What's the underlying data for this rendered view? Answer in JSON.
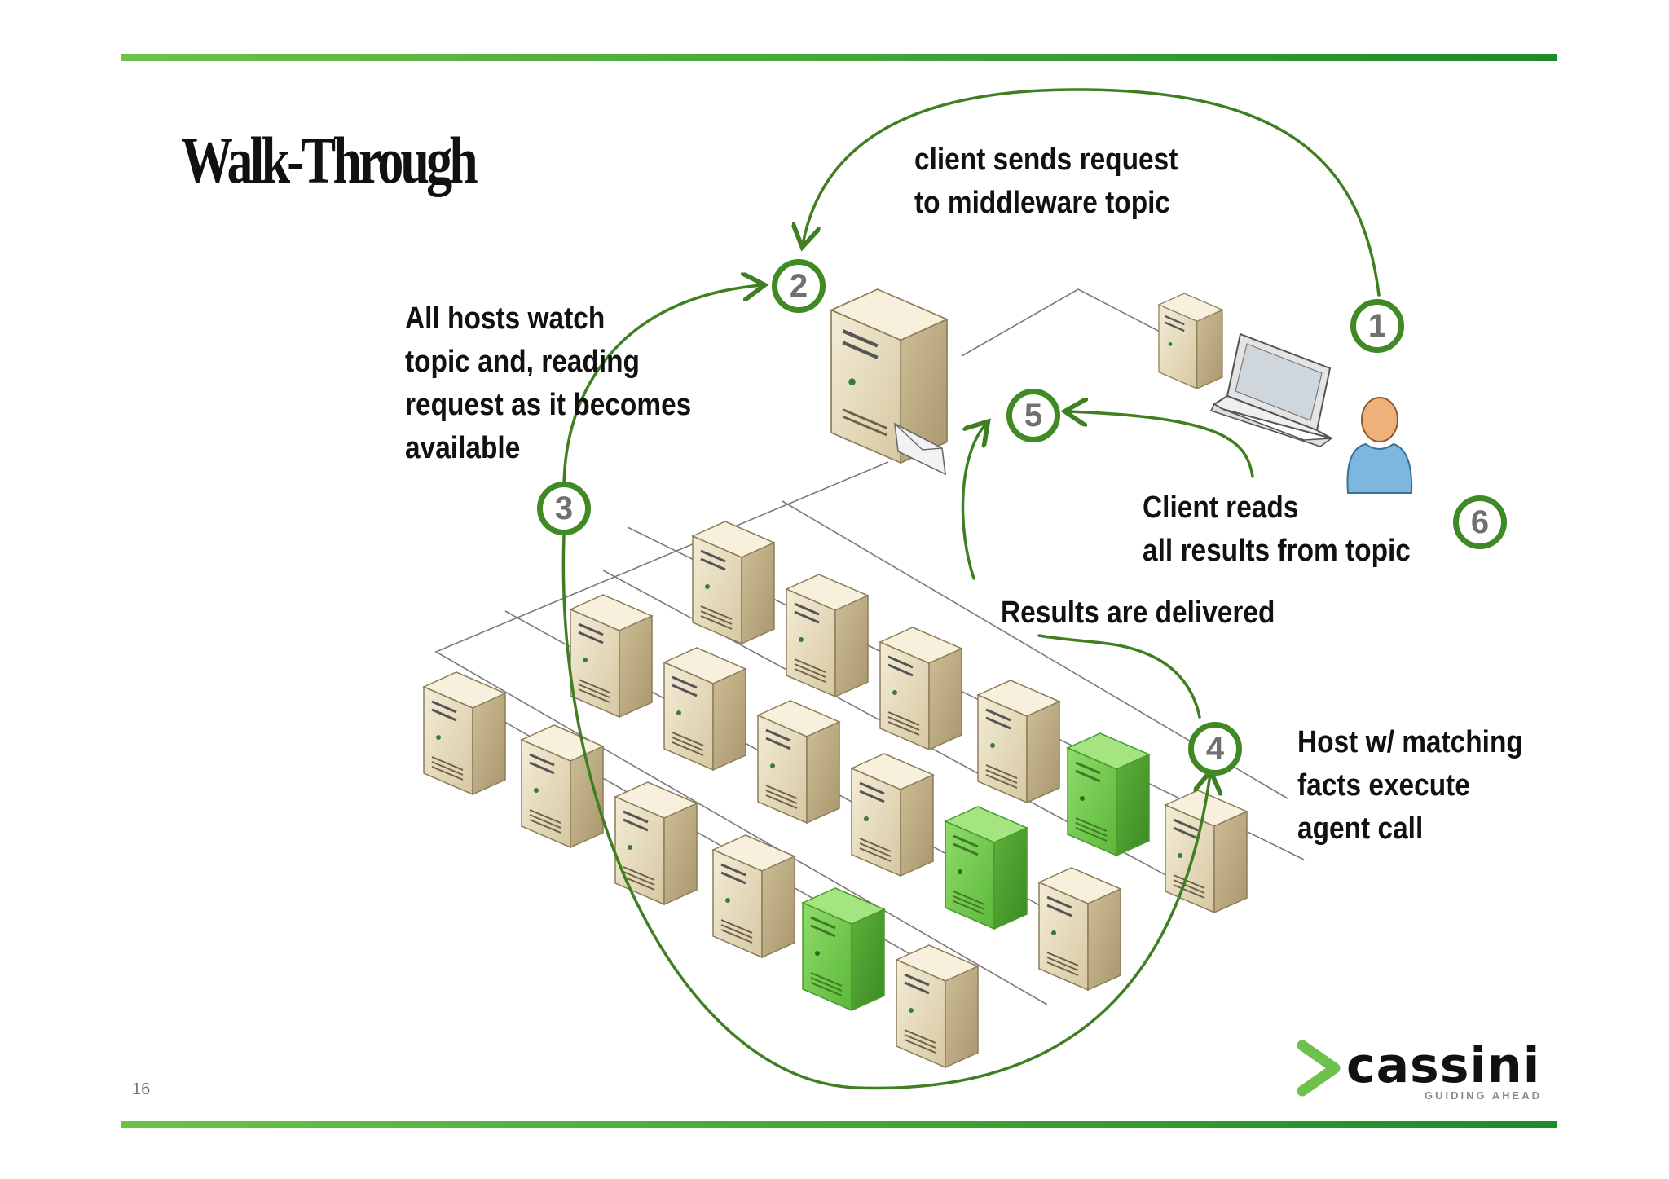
{
  "slide": {
    "title": "Walk-Through",
    "page_number": "16"
  },
  "labels": {
    "client_sends": [
      "client sends request",
      "to middleware topic"
    ],
    "hosts_watch": [
      "All hosts watch",
      "topic and, reading",
      "request as it becomes",
      "available"
    ],
    "client_reads": [
      "Client reads",
      "all results from topic"
    ],
    "results_delivered": "Results are delivered",
    "host_matching": [
      "Host w/ matching",
      "facts execute",
      "agent call"
    ]
  },
  "steps": [
    "1",
    "2",
    "3",
    "4",
    "5",
    "6"
  ],
  "logo": {
    "word": "cassini",
    "tagline": "GUIDING AHEAD"
  },
  "colors": {
    "arrow_green": "#3f7f22",
    "accent_green": "#6cc24a",
    "server_beige": "#e7dcc0",
    "highlight_server": "#6cc24a"
  }
}
